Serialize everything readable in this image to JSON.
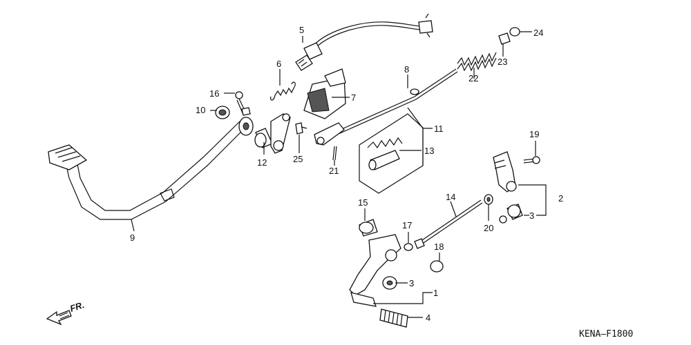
{
  "diagram": {
    "code": "KENA–F1800",
    "direction": "FR.",
    "callouts": {
      "p1": "1",
      "p2": "2",
      "p3a": "3",
      "p3b": "3",
      "p4": "4",
      "p5": "5",
      "p6": "6",
      "p7": "7",
      "p8": "8",
      "p9": "9",
      "p10": "10",
      "p11": "11",
      "p12": "12",
      "p13": "13",
      "p14": "14",
      "p15": "15",
      "p16": "16",
      "p17": "17",
      "p18": "18",
      "p19": "19",
      "p20": "20",
      "p21": "21",
      "p22": "22",
      "p23": "23",
      "p24": "24",
      "p25": "25"
    }
  }
}
